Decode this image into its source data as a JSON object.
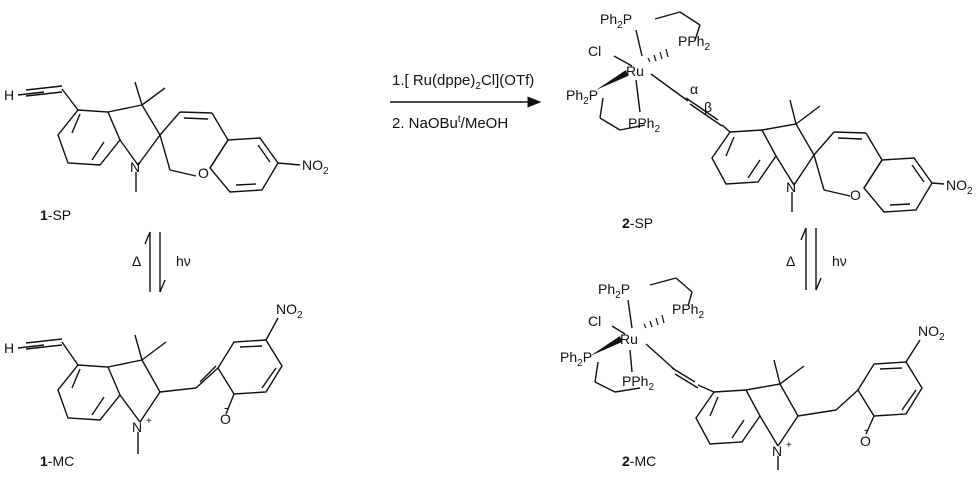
{
  "reaction": {
    "step1": "1.[ Ru(dppe)",
    "step1_sub": "2",
    "step1_tail": "Cl](OTf)",
    "step2": "2. NaOBu",
    "step2_sup": "t",
    "step2_tail": "/MeOH"
  },
  "equilibrium": {
    "left_heat": "Δ",
    "left_light": "hν",
    "right_heat": "Δ",
    "right_light": "hν"
  },
  "compounds": {
    "c1sp": {
      "num": "1",
      "tag": "-SP"
    },
    "c1mc": {
      "num": "1",
      "tag": "-MC"
    },
    "c2sp": {
      "num": "2",
      "tag": "-SP"
    },
    "c2mc": {
      "num": "2",
      "tag": "-MC"
    }
  },
  "atoms": {
    "H": "H",
    "N": "N",
    "O": "O",
    "NO2": "NO",
    "NO2_sub": "2",
    "Nplus": "N",
    "plus": "+",
    "Ominus": "O",
    "minus": "-",
    "Ru": "Ru",
    "Cl": "Cl",
    "Ph2P": "Ph",
    "Ph2P_sub": "2",
    "P": "P",
    "PPh2_P": "PPh",
    "PPh2_sub": "2",
    "alpha": "α",
    "beta": "β"
  }
}
